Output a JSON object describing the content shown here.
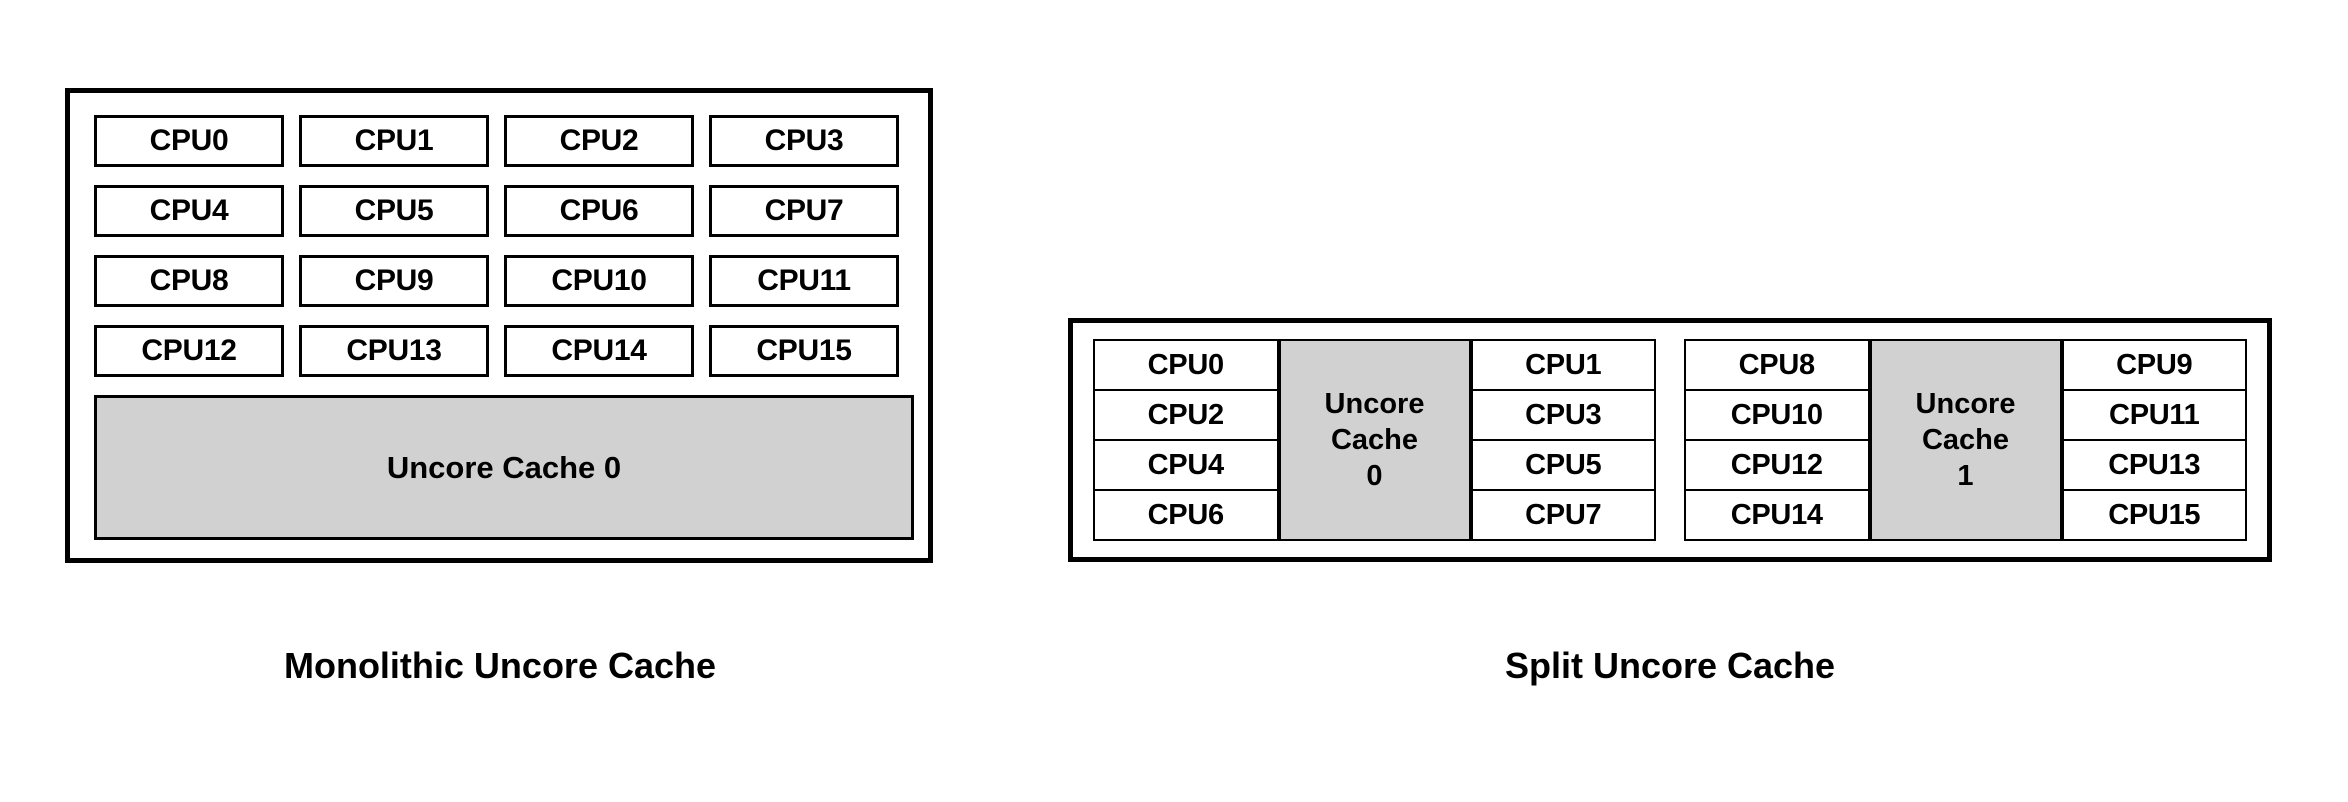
{
  "diagram": {
    "colors": {
      "cache_fill": "#d1d1d1",
      "border": "#000000",
      "background": "#ffffff",
      "cpu_fill": "#ffffff"
    },
    "monolithic": {
      "caption": "Monolithic Uncore Cache",
      "cpus": [
        "CPU0",
        "CPU1",
        "CPU2",
        "CPU3",
        "CPU4",
        "CPU5",
        "CPU6",
        "CPU7",
        "CPU8",
        "CPU9",
        "CPU10",
        "CPU11",
        "CPU12",
        "CPU13",
        "CPU14",
        "CPU15"
      ],
      "uncore_cache_label": "Uncore Cache 0"
    },
    "split": {
      "caption": "Split Uncore Cache",
      "groups": [
        {
          "left_cpus": [
            "CPU0",
            "CPU2",
            "CPU4",
            "CPU6"
          ],
          "cache_line1": "Uncore",
          "cache_line2": "Cache",
          "cache_line3": "0",
          "right_cpus": [
            "CPU1",
            "CPU3",
            "CPU5",
            "CPU7"
          ]
        },
        {
          "left_cpus": [
            "CPU8",
            "CPU10",
            "CPU12",
            "CPU14"
          ],
          "cache_line1": "Uncore",
          "cache_line2": "Cache",
          "cache_line3": "1",
          "right_cpus": [
            "CPU9",
            "CPU11",
            "CPU13",
            "CPU15"
          ]
        }
      ]
    }
  }
}
